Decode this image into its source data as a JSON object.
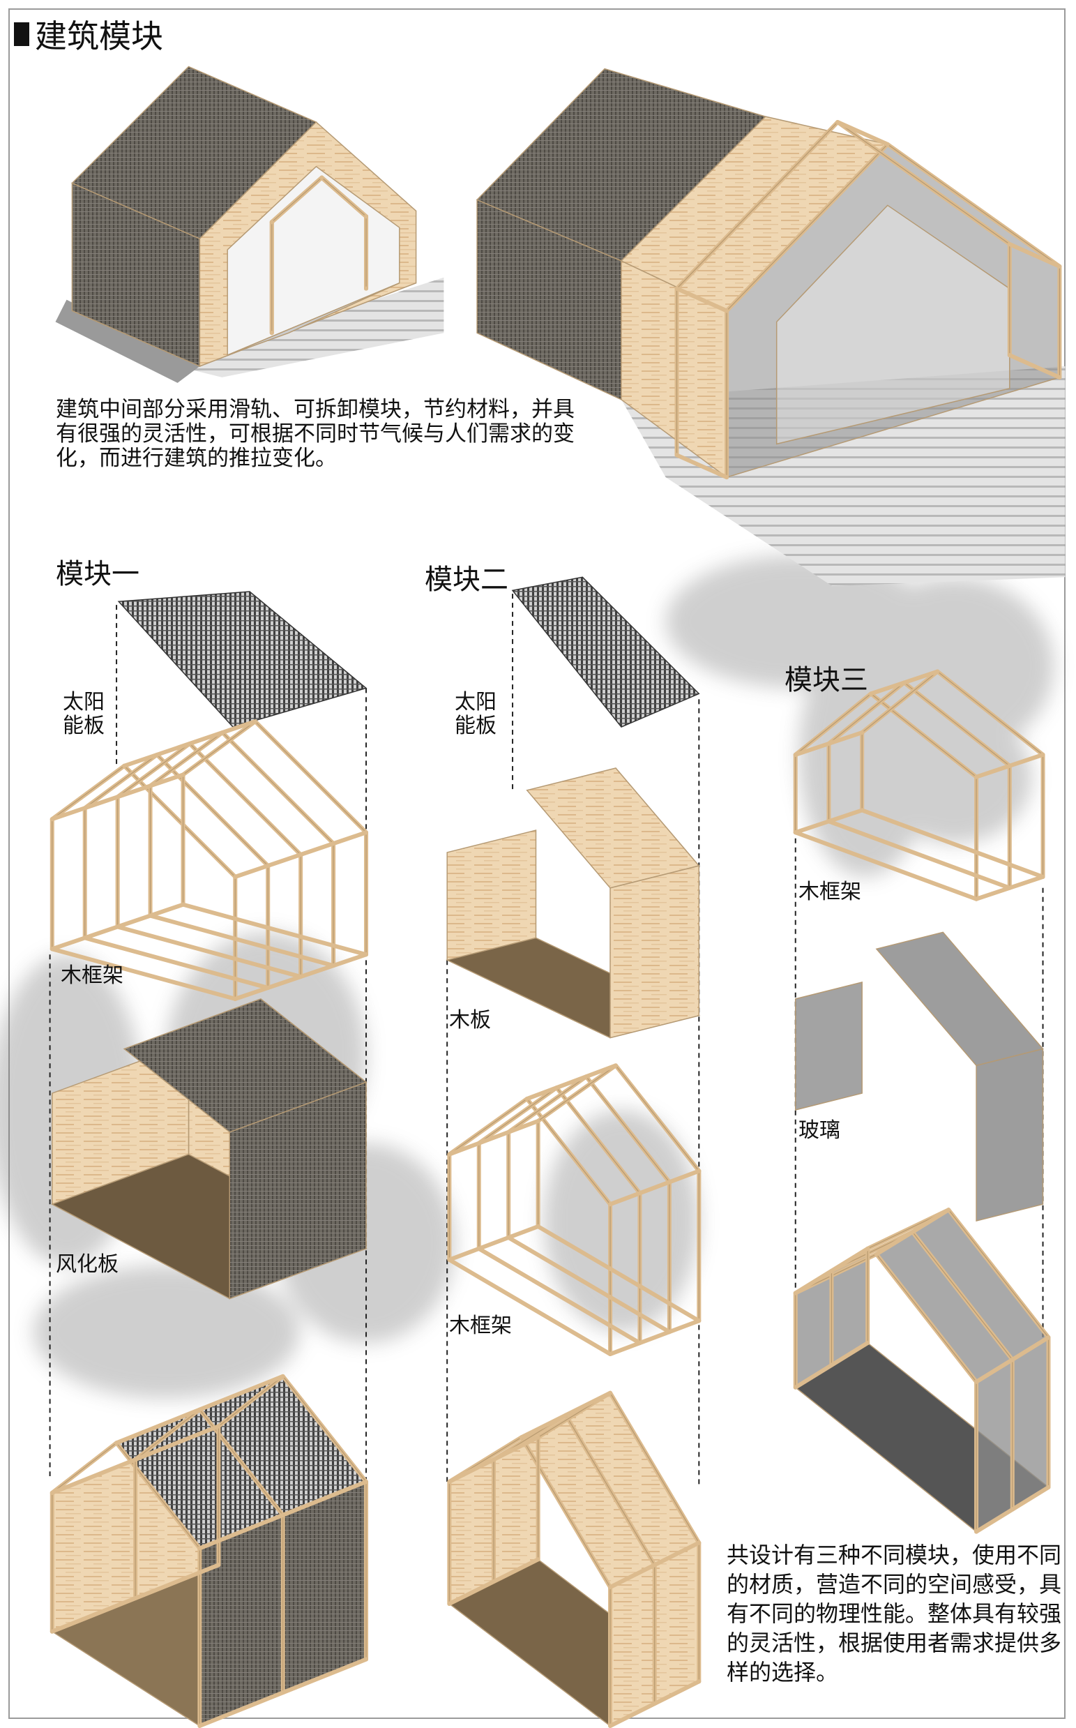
{
  "title": "建筑模块",
  "intro_text": "建筑中间部分采用滑轨、可拆卸模块，节约材料，并具\n有很强的灵活性，可根据不同时节气候与人们需求的变\n化，而进行建筑的推拉变化。",
  "modules": [
    {
      "name": "模块一",
      "labels": {
        "solar": "太阳\n能板",
        "frame": "木框架",
        "board": "风化板"
      }
    },
    {
      "name": "模块二",
      "labels": {
        "solar": "太阳\n能板",
        "board": "木板",
        "frame": "木框架"
      }
    },
    {
      "name": "模块三",
      "labels": {
        "frame": "木框架",
        "glass": "玻璃"
      }
    }
  ],
  "summary_text": "共设计有三种不同模块，使用不同\n的材质，营造不同的空间感受，具\n有不同的物理性能。整体具有较强\n的灵活性，根据使用者需求提供多\n样的选择。",
  "colors": {
    "wood": "#ecd3ae",
    "weathered": "#6e6a62",
    "glass": "#8c8c8c",
    "floor": "#7a6548"
  }
}
